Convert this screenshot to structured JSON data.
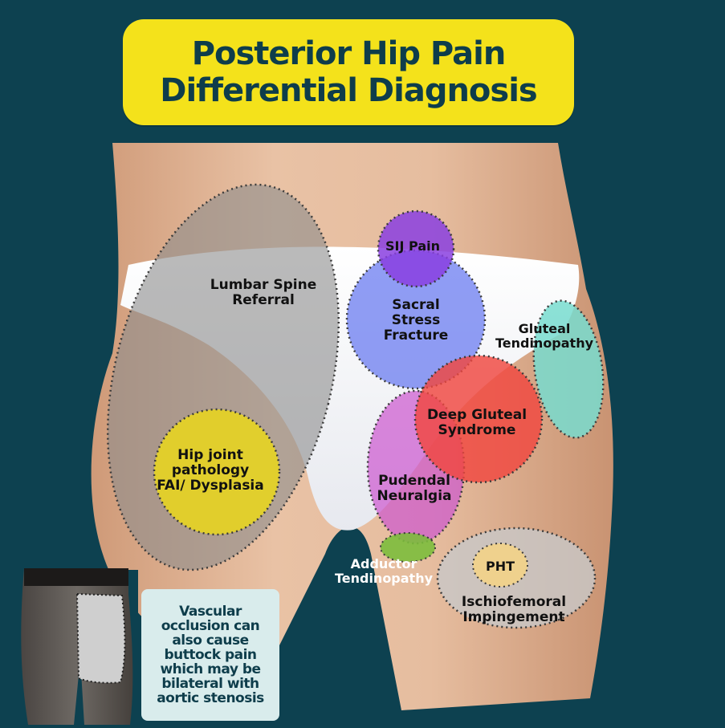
{
  "title": {
    "line1": "Posterior Hip Pain",
    "line2": "Differential Diagnosis"
  },
  "regions": {
    "lumbar_spine": {
      "line1": "Lumbar Spine",
      "line2": "Referral",
      "color": "#8c8c8c"
    },
    "hip_joint": {
      "line1": "Hip joint",
      "line2": "pathology",
      "line3": "FAI/ Dysplasia",
      "color": "#e5d224"
    },
    "sij": {
      "label": "SIJ Pain",
      "color": "#8a3fe0"
    },
    "sacral": {
      "line1": "Sacral",
      "line2": "Stress",
      "line3": "Fracture",
      "color": "#6b7cf0"
    },
    "gluteal_tendinopathy": {
      "line1": "Gluteal",
      "line2": "Tendinopathy",
      "color": "#78dccf"
    },
    "deep_gluteal": {
      "line1": "Deep Gluteal",
      "line2": "Syndrome",
      "color": "#f0473f"
    },
    "pudendal": {
      "line1": "Pudendal",
      "line2": "Neuralgia",
      "color": "#cc55cf"
    },
    "adductor": {
      "line1": "Adductor",
      "line2": "Tendinopathy",
      "color": "#7cbc3c"
    },
    "pht": {
      "label": "PHT",
      "color": "#f0d28a"
    },
    "ischiofemoral": {
      "line1": "Ischiofemoral",
      "line2": "Impingement",
      "color": "#c8c8c8"
    }
  },
  "note": {
    "lines": [
      "Vascular",
      "occlusion can",
      "also cause",
      "buttock pain",
      "which may be",
      "bilateral with",
      "aortic stenosis"
    ]
  }
}
